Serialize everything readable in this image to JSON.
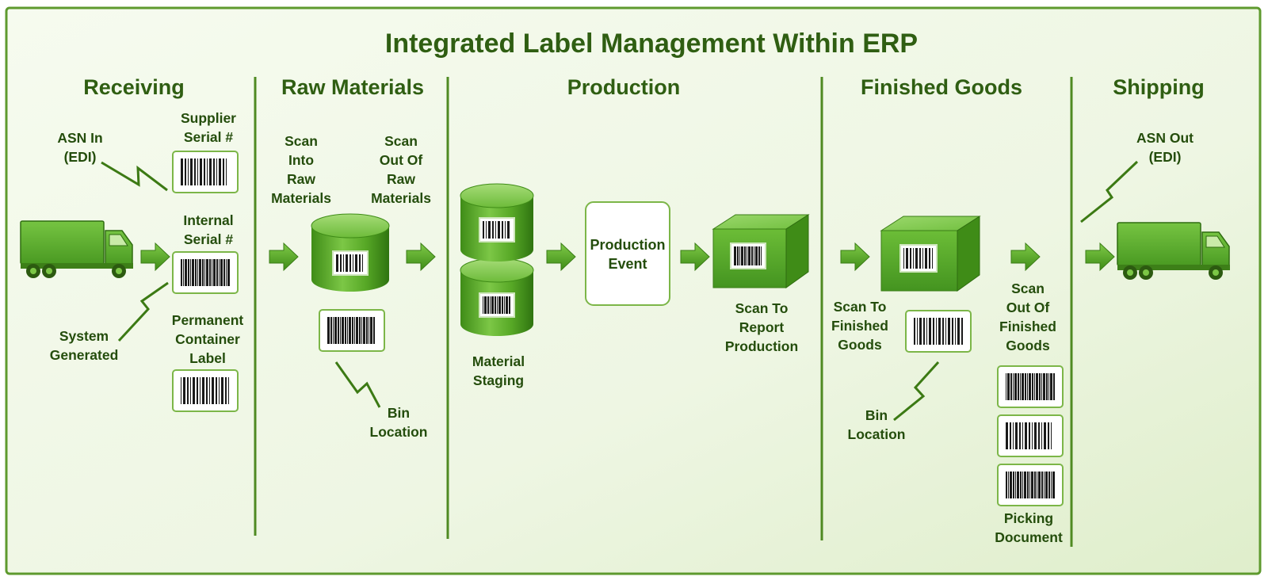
{
  "title": "Integrated Label Management Within ERP",
  "sections": [
    "Receiving",
    "Raw Materials",
    "Production",
    "Finished Goods",
    "Shipping"
  ],
  "labels": {
    "asn_in": [
      "ASN In",
      "(EDI)"
    ],
    "supplier_serial": [
      "Supplier",
      "Serial #"
    ],
    "internal_serial": [
      "Internal",
      "Serial #"
    ],
    "permanent_container": [
      "Permanent",
      "Container",
      "Label"
    ],
    "system_generated": [
      "System",
      "Generated"
    ],
    "scan_into_raw": [
      "Scan",
      "Into",
      "Raw",
      "Materials"
    ],
    "scan_out_raw": [
      "Scan",
      "Out Of",
      "Raw",
      "Materials"
    ],
    "bin_location_raw": [
      "Bin",
      "Location"
    ],
    "material_staging": [
      "Material",
      "Staging"
    ],
    "production_event": [
      "Production",
      "Event"
    ],
    "scan_to_report": [
      "Scan To",
      "Report",
      "Production"
    ],
    "scan_to_finished": [
      "Scan To",
      "Finished",
      "Goods"
    ],
    "bin_location_fg": [
      "Bin",
      "Location"
    ],
    "scan_out_finished": [
      "Scan",
      "Out Of",
      "Finished",
      "Goods"
    ],
    "picking_document": [
      "Picking",
      "Document"
    ],
    "asn_out": [
      "ASN Out",
      "(EDI)"
    ]
  },
  "colors": {
    "panel_bg": "#eff7e6",
    "border": "#5e9a2e",
    "text": "#2f5e12",
    "green_main": "#5cae2a",
    "green_dark": "#3e8a18",
    "green_light": "#8fd05a"
  },
  "icons": [
    "truck-icon",
    "barcode-label-icon",
    "cylinder-icon",
    "box-icon",
    "arrow-right-icon",
    "lightning-connector-icon"
  ]
}
